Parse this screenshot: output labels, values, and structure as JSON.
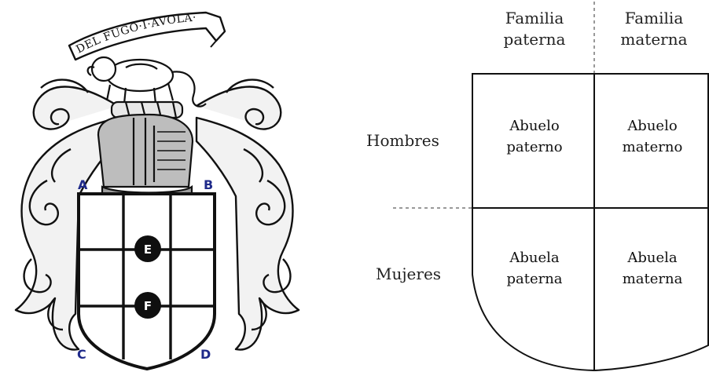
{
  "coat_of_arms": {
    "motto": "DEL FUGO·I·AVOLA·",
    "corner_labels": {
      "a": "A",
      "b": "B",
      "c": "C",
      "d": "D"
    },
    "point_labels": {
      "e": "E",
      "f": "F"
    },
    "colors": {
      "corner_label": "#1f2a8a",
      "ink": "#111111"
    }
  },
  "quarter_diagram": {
    "column_headers": [
      {
        "line1": "Familia",
        "line2": "paterna"
      },
      {
        "line1": "Familia",
        "line2": "materna"
      }
    ],
    "row_labels": [
      "Hombres",
      "Mujeres"
    ],
    "cells": [
      [
        {
          "line1": "Abuelo",
          "line2": "paterno"
        },
        {
          "line1": "Abuelo",
          "line2": "materno"
        }
      ],
      [
        {
          "line1": "Abuela",
          "line2": "paterna"
        },
        {
          "line1": "Abuela",
          "line2": "materna"
        }
      ]
    ]
  }
}
